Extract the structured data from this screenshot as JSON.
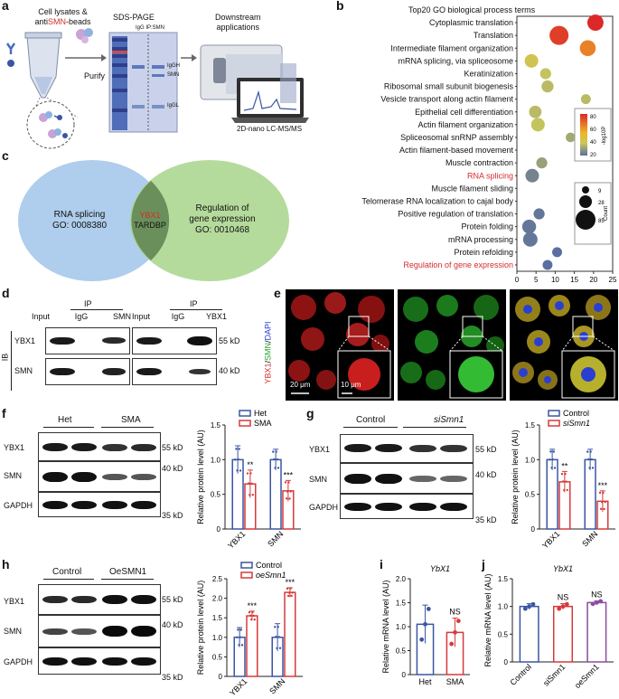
{
  "panel_labels": {
    "a": "a",
    "b": "b",
    "c": "c",
    "d": "d",
    "e": "e",
    "f": "f",
    "g": "g",
    "h": "h",
    "i": "i",
    "j": "j"
  },
  "panel_a": {
    "lysate_line1": "Cell lysates &",
    "lysate_prefix": "anti",
    "lysate_smn": "SMN",
    "lysate_suffix": "-beads",
    "purify": "Purify",
    "sds_title": "SDS-PAGE",
    "gel_header": "IgG IP:SMN",
    "igg_h": "IgGH",
    "smn": "SMN",
    "igg_l": "IgGL",
    "downstream_line1": "Downstream",
    "downstream_line2": "applications",
    "lcms": "2D-nano LC-MS/MS",
    "colors": {
      "smn_red": "#d62b2b",
      "gel_blue": "#3d5fb0"
    }
  },
  "panel_b": {
    "title": "Top20 GO biological process terms",
    "legend_color_title": "-log10P",
    "legend_size_title": "Count",
    "colorbar_ticks": [
      "80",
      "60",
      "40",
      "20"
    ],
    "size_ticks": [
      "9",
      "28",
      "85"
    ],
    "chart_data": {
      "type": "scatter",
      "title": "Top20 GO biological process terms",
      "xlim": [
        0,
        25
      ],
      "x_ticks": [
        "0",
        "5",
        "10",
        "15",
        "20",
        "25"
      ],
      "categories": [
        "Cytoplasmic translation",
        "Translation",
        "Intermediate filament organization",
        "mRNA splicing, via spliceosome",
        "Keratinization",
        "Ribosomal small subunit biogenesis",
        "Vesicle transport along actin filament",
        "Epithelial cell differentiation",
        "Actin filament organization",
        "Spliceosomal snRNP assembly",
        "Actin filament-based movement",
        "Muscle contraction",
        "RNA splicing",
        "Muscle filament sliding",
        "Telomerase RNA localization to cajal body",
        "Positive regulation of translation",
        "Protein folding",
        "mRNA processing",
        "Protein refolding",
        "Regulation of gene expression"
      ],
      "highlighted": [
        "RNA splicing",
        "Regulation of gene expression"
      ],
      "x": [
        20.5,
        11,
        18.5,
        3.8,
        7.5,
        8,
        18,
        4.8,
        5.5,
        14,
        17,
        6.5,
        4,
        18.5,
        17.5,
        5.8,
        3.2,
        3.5,
        10.5,
        8
      ],
      "count": [
        40,
        60,
        38,
        25,
        14,
        18,
        10,
        20,
        25,
        9,
        10,
        14,
        25,
        9,
        8,
        14,
        27,
        30,
        10,
        10
      ],
      "neg_log10_p": [
        80,
        75,
        60,
        35,
        30,
        28,
        28,
        28,
        30,
        24,
        24,
        22,
        15,
        22,
        18,
        12,
        12,
        12,
        10,
        10
      ]
    }
  },
  "panel_c": {
    "left_line1": "RNA splicing",
    "left_line2": "GO: 0008380",
    "center_line1": "YBX1",
    "center_line2": "TARDBP",
    "right_line1": "Regulation of",
    "right_line2": "gene expression",
    "right_line3": "GO: 0010468"
  },
  "panel_d": {
    "ip": "IP",
    "ib": "IB",
    "lanes_left": [
      "Input",
      "IgG",
      "SMN"
    ],
    "lanes_right": [
      "Input",
      "IgG",
      "YBX1"
    ],
    "rows": [
      "YBX1",
      "SMN"
    ],
    "mw": [
      "55 kD",
      "40 kD"
    ]
  },
  "panel_e": {
    "axis_label_parts": [
      "YBX1",
      "/",
      "SMN",
      "/",
      "DAPI"
    ],
    "scale_big": "20 μm",
    "scale_small": "10 μm"
  },
  "panel_f": {
    "groups": [
      "Het",
      "SMA"
    ],
    "rows": [
      "YBX1",
      "SMN",
      "GAPDH"
    ],
    "mw": [
      "55 kD",
      "40 kD",
      "35 kD"
    ],
    "ylabel": "Relative protein level (AU)",
    "legend": [
      "Het",
      "SMA"
    ],
    "sig": [
      "**",
      "***"
    ],
    "chart_data": {
      "type": "bar",
      "categories": [
        "YBX1",
        "SMN"
      ],
      "ylim": [
        0,
        1.5
      ],
      "y_ticks": [
        "0",
        "0.5",
        "1.0",
        "1.5"
      ],
      "series": [
        {
          "name": "Het",
          "values": [
            1.0,
            1.0
          ],
          "err": [
            0.2,
            0.15
          ]
        },
        {
          "name": "SMA",
          "values": [
            0.65,
            0.55
          ],
          "err": [
            0.2,
            0.15
          ]
        }
      ]
    }
  },
  "panel_g": {
    "groups": [
      "Control",
      "siSmn1"
    ],
    "rows": [
      "YBX1",
      "SMN",
      "GAPDH"
    ],
    "mw": [
      "55 kD",
      "40 kD",
      "35 kD"
    ],
    "ylabel": "Relative protein level (AU)",
    "legend": [
      "Control",
      "siSmn1"
    ],
    "sig": [
      "**",
      "***"
    ],
    "chart_data": {
      "type": "bar",
      "categories": [
        "YBX1",
        "SMN"
      ],
      "ylim": [
        0,
        1.5
      ],
      "y_ticks": [
        "0",
        "0.5",
        "1.0",
        "1.5"
      ],
      "series": [
        {
          "name": "Control",
          "values": [
            1.0,
            1.0
          ],
          "err": [
            0.15,
            0.15
          ]
        },
        {
          "name": "siSmn1",
          "values": [
            0.68,
            0.4
          ],
          "err": [
            0.15,
            0.15
          ]
        }
      ]
    }
  },
  "panel_h": {
    "groups": [
      "Control",
      "OeSMN1"
    ],
    "rows": [
      "YBX1",
      "SMN",
      "GAPDH"
    ],
    "mw": [
      "55 kD",
      "40 kD",
      "35 kD"
    ],
    "ylabel": "Relative protein level (AU)",
    "legend": [
      "Control",
      "oeSmn1"
    ],
    "sig": [
      "***",
      "***"
    ],
    "chart_data": {
      "type": "bar",
      "categories": [
        "YBX1",
        "SMN"
      ],
      "ylim": [
        0,
        2.5
      ],
      "y_ticks": [
        "0",
        "0.5",
        "1.0",
        "1.5",
        "2.0",
        "2.5"
      ],
      "series": [
        {
          "name": "Control",
          "values": [
            1.0,
            1.0
          ],
          "err": [
            0.25,
            0.35
          ]
        },
        {
          "name": "oeSmn1",
          "values": [
            1.55,
            2.15
          ],
          "err": [
            0.12,
            0.12
          ]
        }
      ]
    }
  },
  "panel_i": {
    "title": "YbX1",
    "ylabel": "Relative mRNA level (AU)",
    "sig": [
      "NS"
    ],
    "chart_data": {
      "type": "bar",
      "title": "YbX1",
      "categories": [
        "Het",
        "SMA"
      ],
      "ylim": [
        0,
        2.0
      ],
      "y_ticks": [
        "0",
        "0.5",
        "1.0",
        "1.5",
        "2.0"
      ],
      "values": [
        1.05,
        0.88
      ],
      "err": [
        0.4,
        0.3
      ],
      "colors": [
        "#3a55a4",
        "#d63a3a"
      ]
    }
  },
  "panel_j": {
    "title": "YbX1",
    "ylabel": "Relative mRNA level (AU)",
    "sig": [
      "NS",
      "NS"
    ],
    "chart_data": {
      "type": "bar",
      "title": "YbX1",
      "categories": [
        "Control",
        "siSmn1",
        "oeSmn1"
      ],
      "ylim": [
        0,
        1.5
      ],
      "y_ticks": [
        "0",
        "0.5",
        "1.0",
        "1.5"
      ],
      "values": [
        1.0,
        1.0,
        1.07
      ],
      "err": [
        0.05,
        0.05,
        0.03
      ],
      "colors": [
        "#3a55a4",
        "#d63a3a",
        "#8a4ca0"
      ]
    }
  }
}
